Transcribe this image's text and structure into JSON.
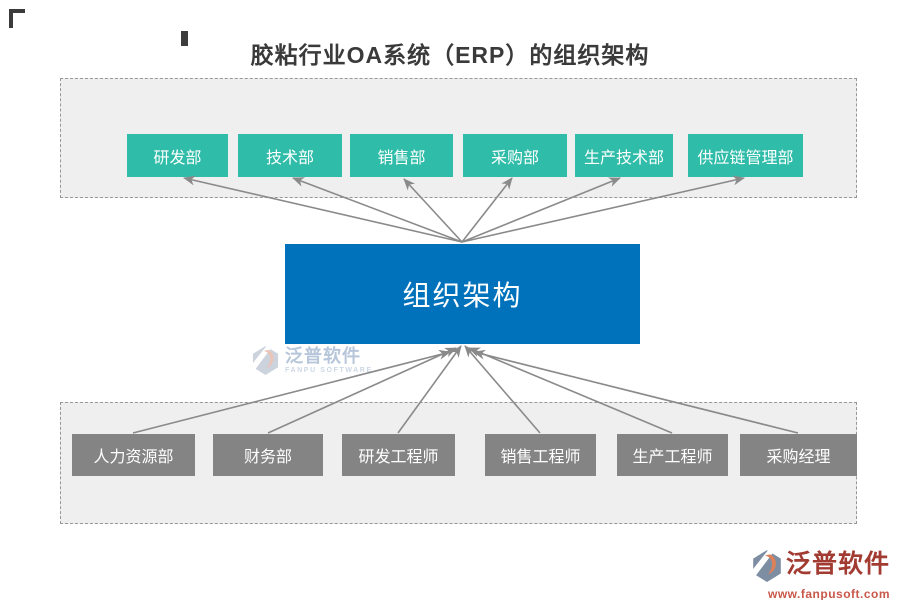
{
  "title": "胶粘行业OA系统（ERP）的组织架构",
  "center_node": {
    "label": "组织架构"
  },
  "top_departments": [
    {
      "label": "研发部"
    },
    {
      "label": "技术部"
    },
    {
      "label": "销售部"
    },
    {
      "label": "采购部"
    },
    {
      "label": "生产技术部"
    },
    {
      "label": "供应链管理部"
    }
  ],
  "bottom_roles": [
    {
      "label": "人力资源部"
    },
    {
      "label": "财务部"
    },
    {
      "label": "研发工程师"
    },
    {
      "label": "销售工程师"
    },
    {
      "label": "生产工程师"
    },
    {
      "label": "采购经理"
    }
  ],
  "watermark": {
    "brand": "泛普软件",
    "subtitle": "FANPU SOFTWARE"
  },
  "footer_brand": {
    "name": "泛普软件",
    "website": "www.fanpusoft.com"
  },
  "colors": {
    "department_teal": "#2fbca8",
    "center_blue": "#0072bc",
    "role_gray": "#848484",
    "arrow_gray": "#8a8a8a",
    "panel_background": "#efefef",
    "brand_red": "#a23b32",
    "link_red": "#c9574a"
  }
}
